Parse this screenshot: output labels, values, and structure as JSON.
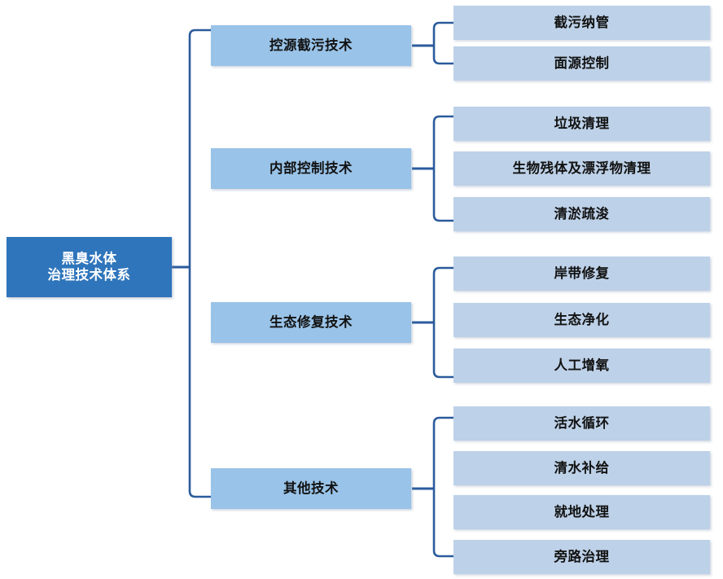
{
  "diagram": {
    "title": "黑臭水体治理技术体系",
    "root": {
      "line1": "黑臭水体",
      "line2": "治理技术体系",
      "color": "#2f75bb",
      "text_color": "#ffffff"
    },
    "branch_color": "#2b5b9c",
    "level2_color": "#99c3e8",
    "level3_color": "#bdd1e8",
    "branches": [
      {
        "label": "控源截污技术",
        "children": [
          {
            "label": "截污纳管"
          },
          {
            "label": "面源控制"
          }
        ]
      },
      {
        "label": "内部控制技术",
        "children": [
          {
            "label": "垃圾清理"
          },
          {
            "label": "生物残体及漂浮物清理"
          },
          {
            "label": "清淤疏浚"
          }
        ]
      },
      {
        "label": "生态修复技术",
        "children": [
          {
            "label": "岸带修复"
          },
          {
            "label": "生态净化"
          },
          {
            "label": "人工增氧"
          }
        ]
      },
      {
        "label": "其他技术",
        "children": [
          {
            "label": "活水循环"
          },
          {
            "label": "清水补给"
          },
          {
            "label": "就地处理"
          },
          {
            "label": "旁路治理"
          }
        ]
      }
    ]
  }
}
